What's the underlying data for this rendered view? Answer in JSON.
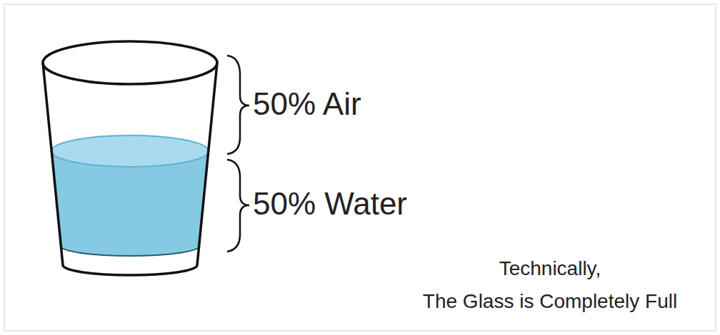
{
  "diagram": {
    "labels": [
      "50% Air",
      "50% Water",
      "Technically,",
      "The Glass is Completely Full"
    ]
  }
}
